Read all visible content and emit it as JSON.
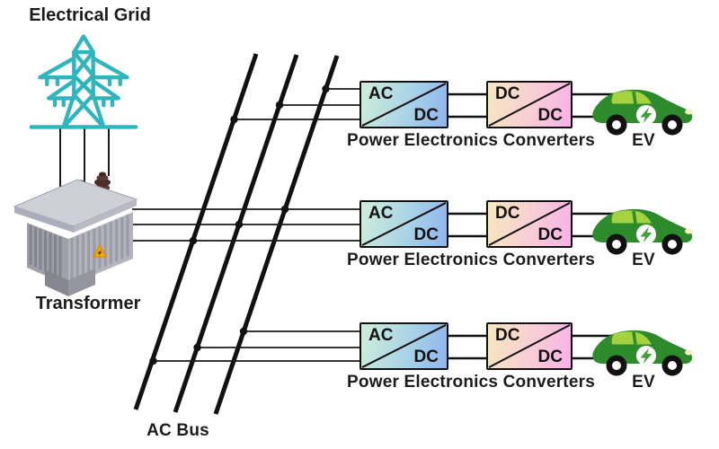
{
  "labels": {
    "electrical_grid": "Electrical Grid",
    "transformer": "Transformer",
    "ac_bus": "AC Bus"
  },
  "rows": [
    {
      "acdc_top": "AC",
      "acdc_bottom": "DC",
      "dcdc_top": "DC",
      "dcdc_bottom": "DC",
      "converter_label": "Power Electronics Converters",
      "ev_label": "EV"
    },
    {
      "acdc_top": "AC",
      "acdc_bottom": "DC",
      "dcdc_top": "DC",
      "dcdc_bottom": "DC",
      "converter_label": "Power Electronics Converters",
      "ev_label": "EV"
    },
    {
      "acdc_top": "AC",
      "acdc_bottom": "DC",
      "dcdc_top": "DC",
      "dcdc_bottom": "DC",
      "converter_label": "Power Electronics Converters",
      "ev_label": "EV"
    }
  ],
  "icons": {
    "grid": "transmission-tower-icon",
    "transformer": "transformer-icon",
    "ev": "ev-car-icon",
    "charge_badge": "lightning-bolt-icon",
    "warning": "warning-triangle-icon"
  },
  "colors": {
    "tower_teal": "#2eb5bd",
    "wire_black": "#1a1a1a",
    "acdc_gradient_start": "#cfeeda",
    "acdc_gradient_end": "#8db4ee",
    "dcdc_gradient_start": "#f6e8bd",
    "dcdc_gradient_end": "#f9b0e8",
    "ev_body_green": "#2e8b2c",
    "ev_window_green": "#a4d33f",
    "bolt_green": "#3f9f3a",
    "warning_yellow": "#f2b01e"
  }
}
